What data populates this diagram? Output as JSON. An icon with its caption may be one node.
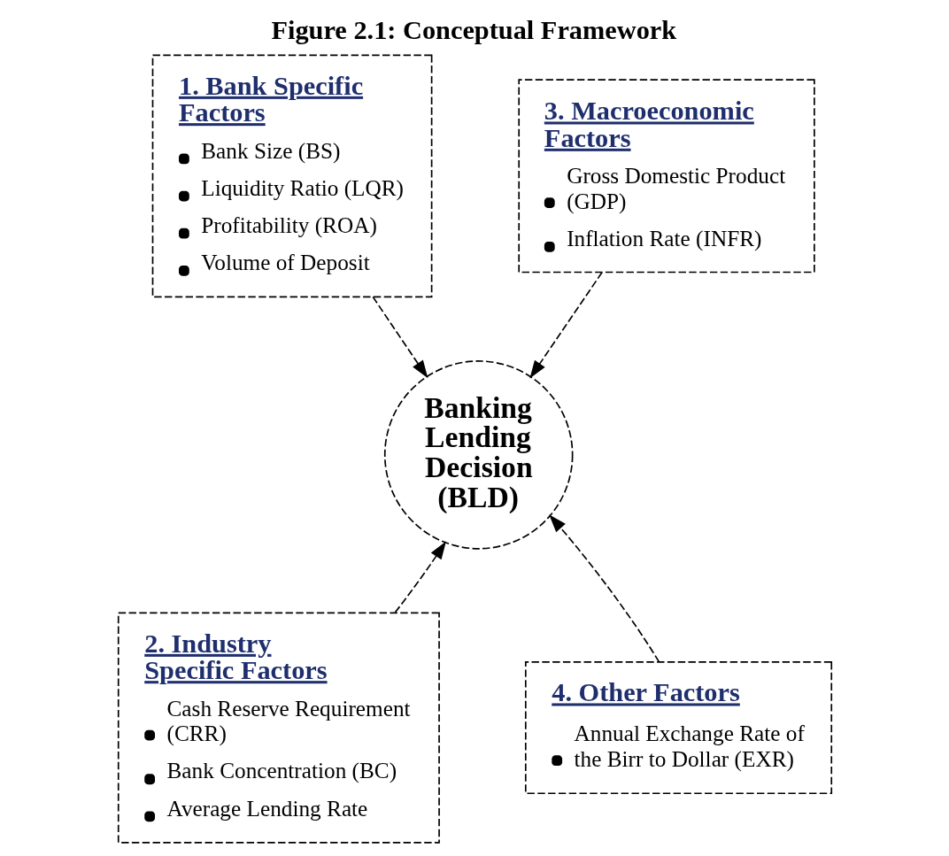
{
  "diagram": {
    "title": "Figure 2.1: Conceptual Framework",
    "nodes": [
      {
        "text": [
          "1. Bank Specific Factors",
          "Bank Size (BS)",
          "Liquidity Ratio (LQR)",
          "Profitability (ROA)",
          "Volume of Deposit"
        ]
      },
      {
        "text": [
          "3. Macroeconomic Factors",
          "Gross Domestic Product (GDP)",
          "Inflation Rate (INFR)"
        ]
      },
      {
        "text": [
          "Banking Lending Decision (BLD)"
        ]
      },
      {
        "text": [
          "2. Industry Specific Factors",
          "Cash Reserve Requirement (CRR)",
          "Bank Concentration (BC)",
          "Average Lending Rate"
        ]
      },
      {
        "text": [
          "4. Other Factors",
          "Annual Exchange Rate of the Birr to Dollar (EXR)"
        ]
      }
    ],
    "edges": [
      {
        "from": 0,
        "to": 2,
        "arrow": "to",
        "style": "dashed"
      },
      {
        "from": 1,
        "to": 2,
        "arrow": "to",
        "style": "dashed"
      },
      {
        "from": 3,
        "to": 2,
        "arrow": "to",
        "style": "dashed"
      },
      {
        "from": 4,
        "to": 2,
        "arrow": "to",
        "style": "dashed"
      }
    ]
  }
}
